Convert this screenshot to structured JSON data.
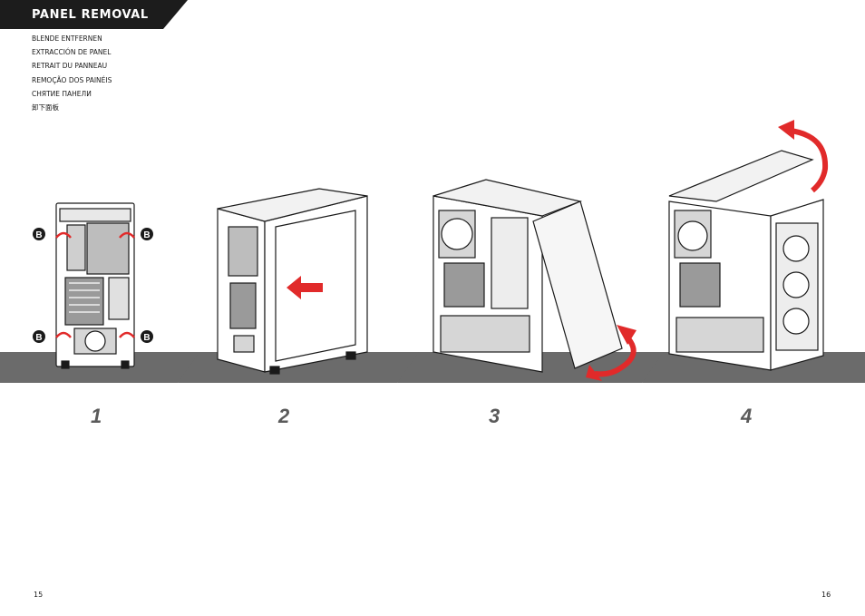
{
  "header": {
    "title": "PANEL REMOVAL"
  },
  "subtitles": [
    "BLENDE ENTFERNEN",
    "EXTRACCIÓN DE PANEL",
    "RETRAIT DU PANNEAU",
    "REMOÇÃO DOS PAINÉIS",
    "СНЯТИЕ ПАНЕЛИ",
    "卸下面板"
  ],
  "steps": [
    "1",
    "2",
    "3",
    "4"
  ],
  "callout_letter": "B",
  "page_numbers": {
    "left": "15",
    "right": "16"
  },
  "colors": {
    "header_bg": "#1c1c1c",
    "floor": "#6b6b6b",
    "arrow": "#e12a2a",
    "callout": "#1a1a1a",
    "step_number": "#5a5a5a"
  }
}
